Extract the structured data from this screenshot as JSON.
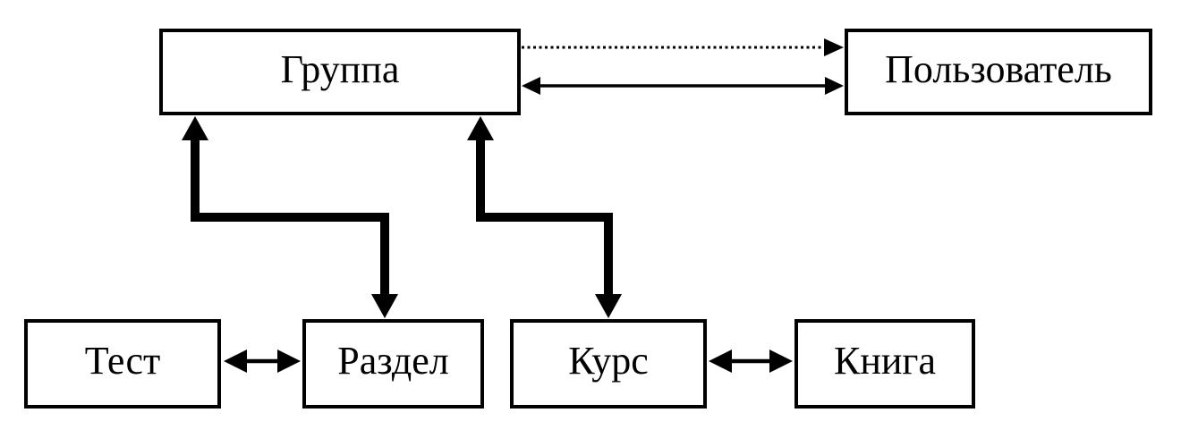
{
  "colors": {
    "background": "#ffffff",
    "line": "#000000",
    "text": "#000000"
  },
  "diagram": {
    "nodes": {
      "gruppa": {
        "label": "Группа"
      },
      "polzovatel": {
        "label": "Пользователь"
      },
      "test": {
        "label": "Тест"
      },
      "razdel": {
        "label": "Раздел"
      },
      "kurs": {
        "label": "Курс"
      },
      "kniga": {
        "label": "Книга"
      }
    },
    "edges": [
      {
        "from": "Группа",
        "to": "Пользователь",
        "style": "dotted-thin",
        "arrows": "to"
      },
      {
        "from": "Группа",
        "to": "Пользователь",
        "style": "solid-thin",
        "arrows": "both"
      },
      {
        "from": "Группа",
        "to": "Раздел",
        "style": "solid-thick-elbow",
        "arrows": "both"
      },
      {
        "from": "Группа",
        "to": "Курс",
        "style": "solid-thick-elbow",
        "arrows": "both"
      },
      {
        "from": "Тест",
        "to": "Раздел",
        "style": "solid-medium",
        "arrows": "both"
      },
      {
        "from": "Курс",
        "to": "Книга",
        "style": "solid-medium",
        "arrows": "both"
      }
    ]
  }
}
